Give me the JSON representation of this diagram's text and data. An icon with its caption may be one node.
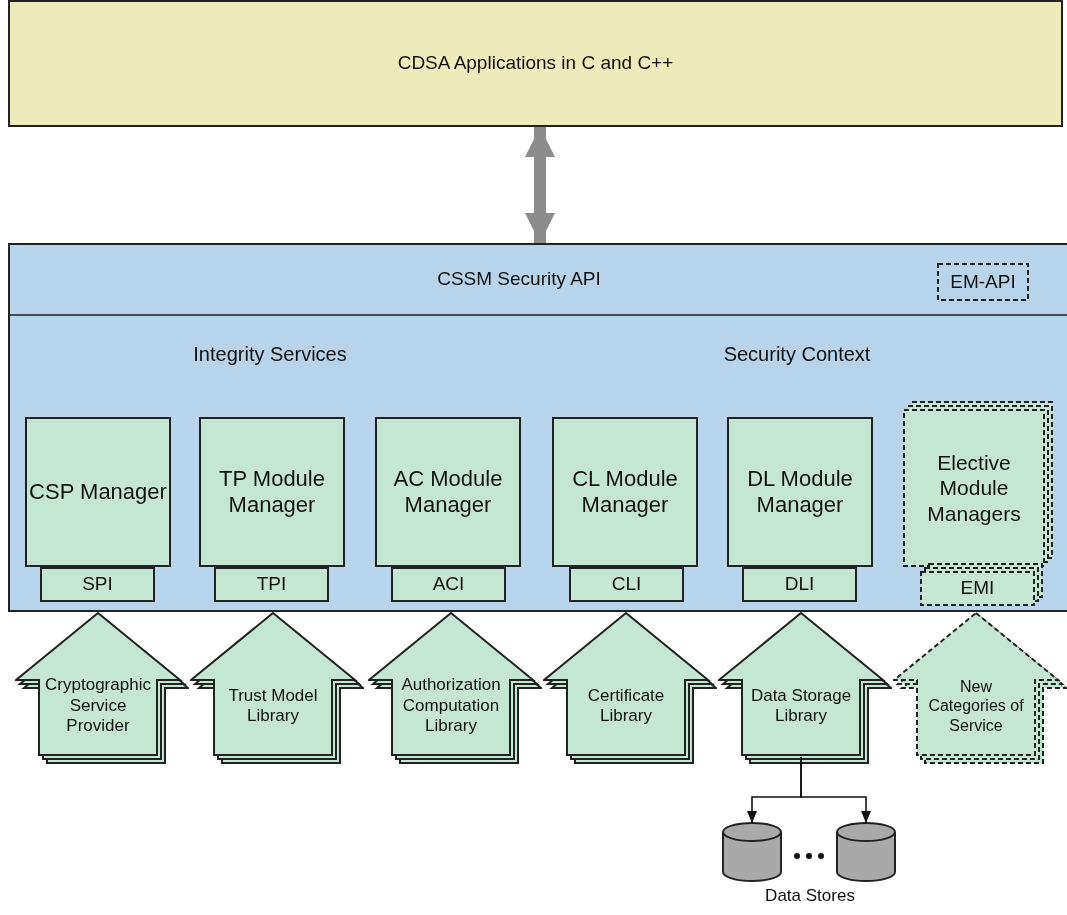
{
  "diagram": {
    "nodes": [
      {
        "text": [
          "CDSA Applications in C and C++"
        ]
      },
      {
        "text": [
          "CSSM Security API"
        ]
      },
      {
        "text": [
          "EM-API"
        ],
        "in": 1
      },
      {
        "text": [
          "CSP Manager"
        ],
        "in": 1
      },
      {
        "text": [
          "TP Module Manager"
        ],
        "in": 1
      },
      {
        "text": [
          "AC Module Manager"
        ],
        "in": 1
      },
      {
        "text": [
          "CL Module Manager"
        ],
        "in": 1
      },
      {
        "text": [
          "DL Module Manager"
        ],
        "in": 1
      },
      {
        "text": [
          "Elective Module Managers"
        ],
        "in": 1
      },
      {
        "text": [
          "SPI"
        ],
        "in": 1
      },
      {
        "text": [
          "TPI"
        ],
        "in": 1
      },
      {
        "text": [
          "ACI"
        ],
        "in": 1
      },
      {
        "text": [
          "CLI"
        ],
        "in": 1
      },
      {
        "text": [
          "DLI"
        ],
        "in": 1
      },
      {
        "text": [
          "EMI"
        ],
        "in": 1
      },
      {
        "text": [
          "Cryptographic Service Provider"
        ]
      },
      {
        "text": [
          "Trust Model Library"
        ]
      },
      {
        "text": [
          "Authorization Computation Library"
        ]
      },
      {
        "text": [
          "Certificate Library"
        ]
      },
      {
        "text": [
          "Data Storage Library"
        ]
      },
      {
        "text": [
          "New Categories of Service"
        ]
      },
      {
        "text": [],
        "shape": "cylinder"
      },
      {
        "text": [],
        "shape": "cylinder"
      }
    ],
    "edges": [
      {
        "from": 0,
        "to": 1,
        "arrow": "both",
        "style": "thick",
        "color": "#8c8c8c"
      },
      {
        "from": 19,
        "to": 21,
        "arrow": "to"
      },
      {
        "from": 19,
        "to": 22,
        "arrow": "to"
      }
    ],
    "labels": [
      "Integrity Services",
      "Security Context",
      "Data Stores"
    ]
  }
}
